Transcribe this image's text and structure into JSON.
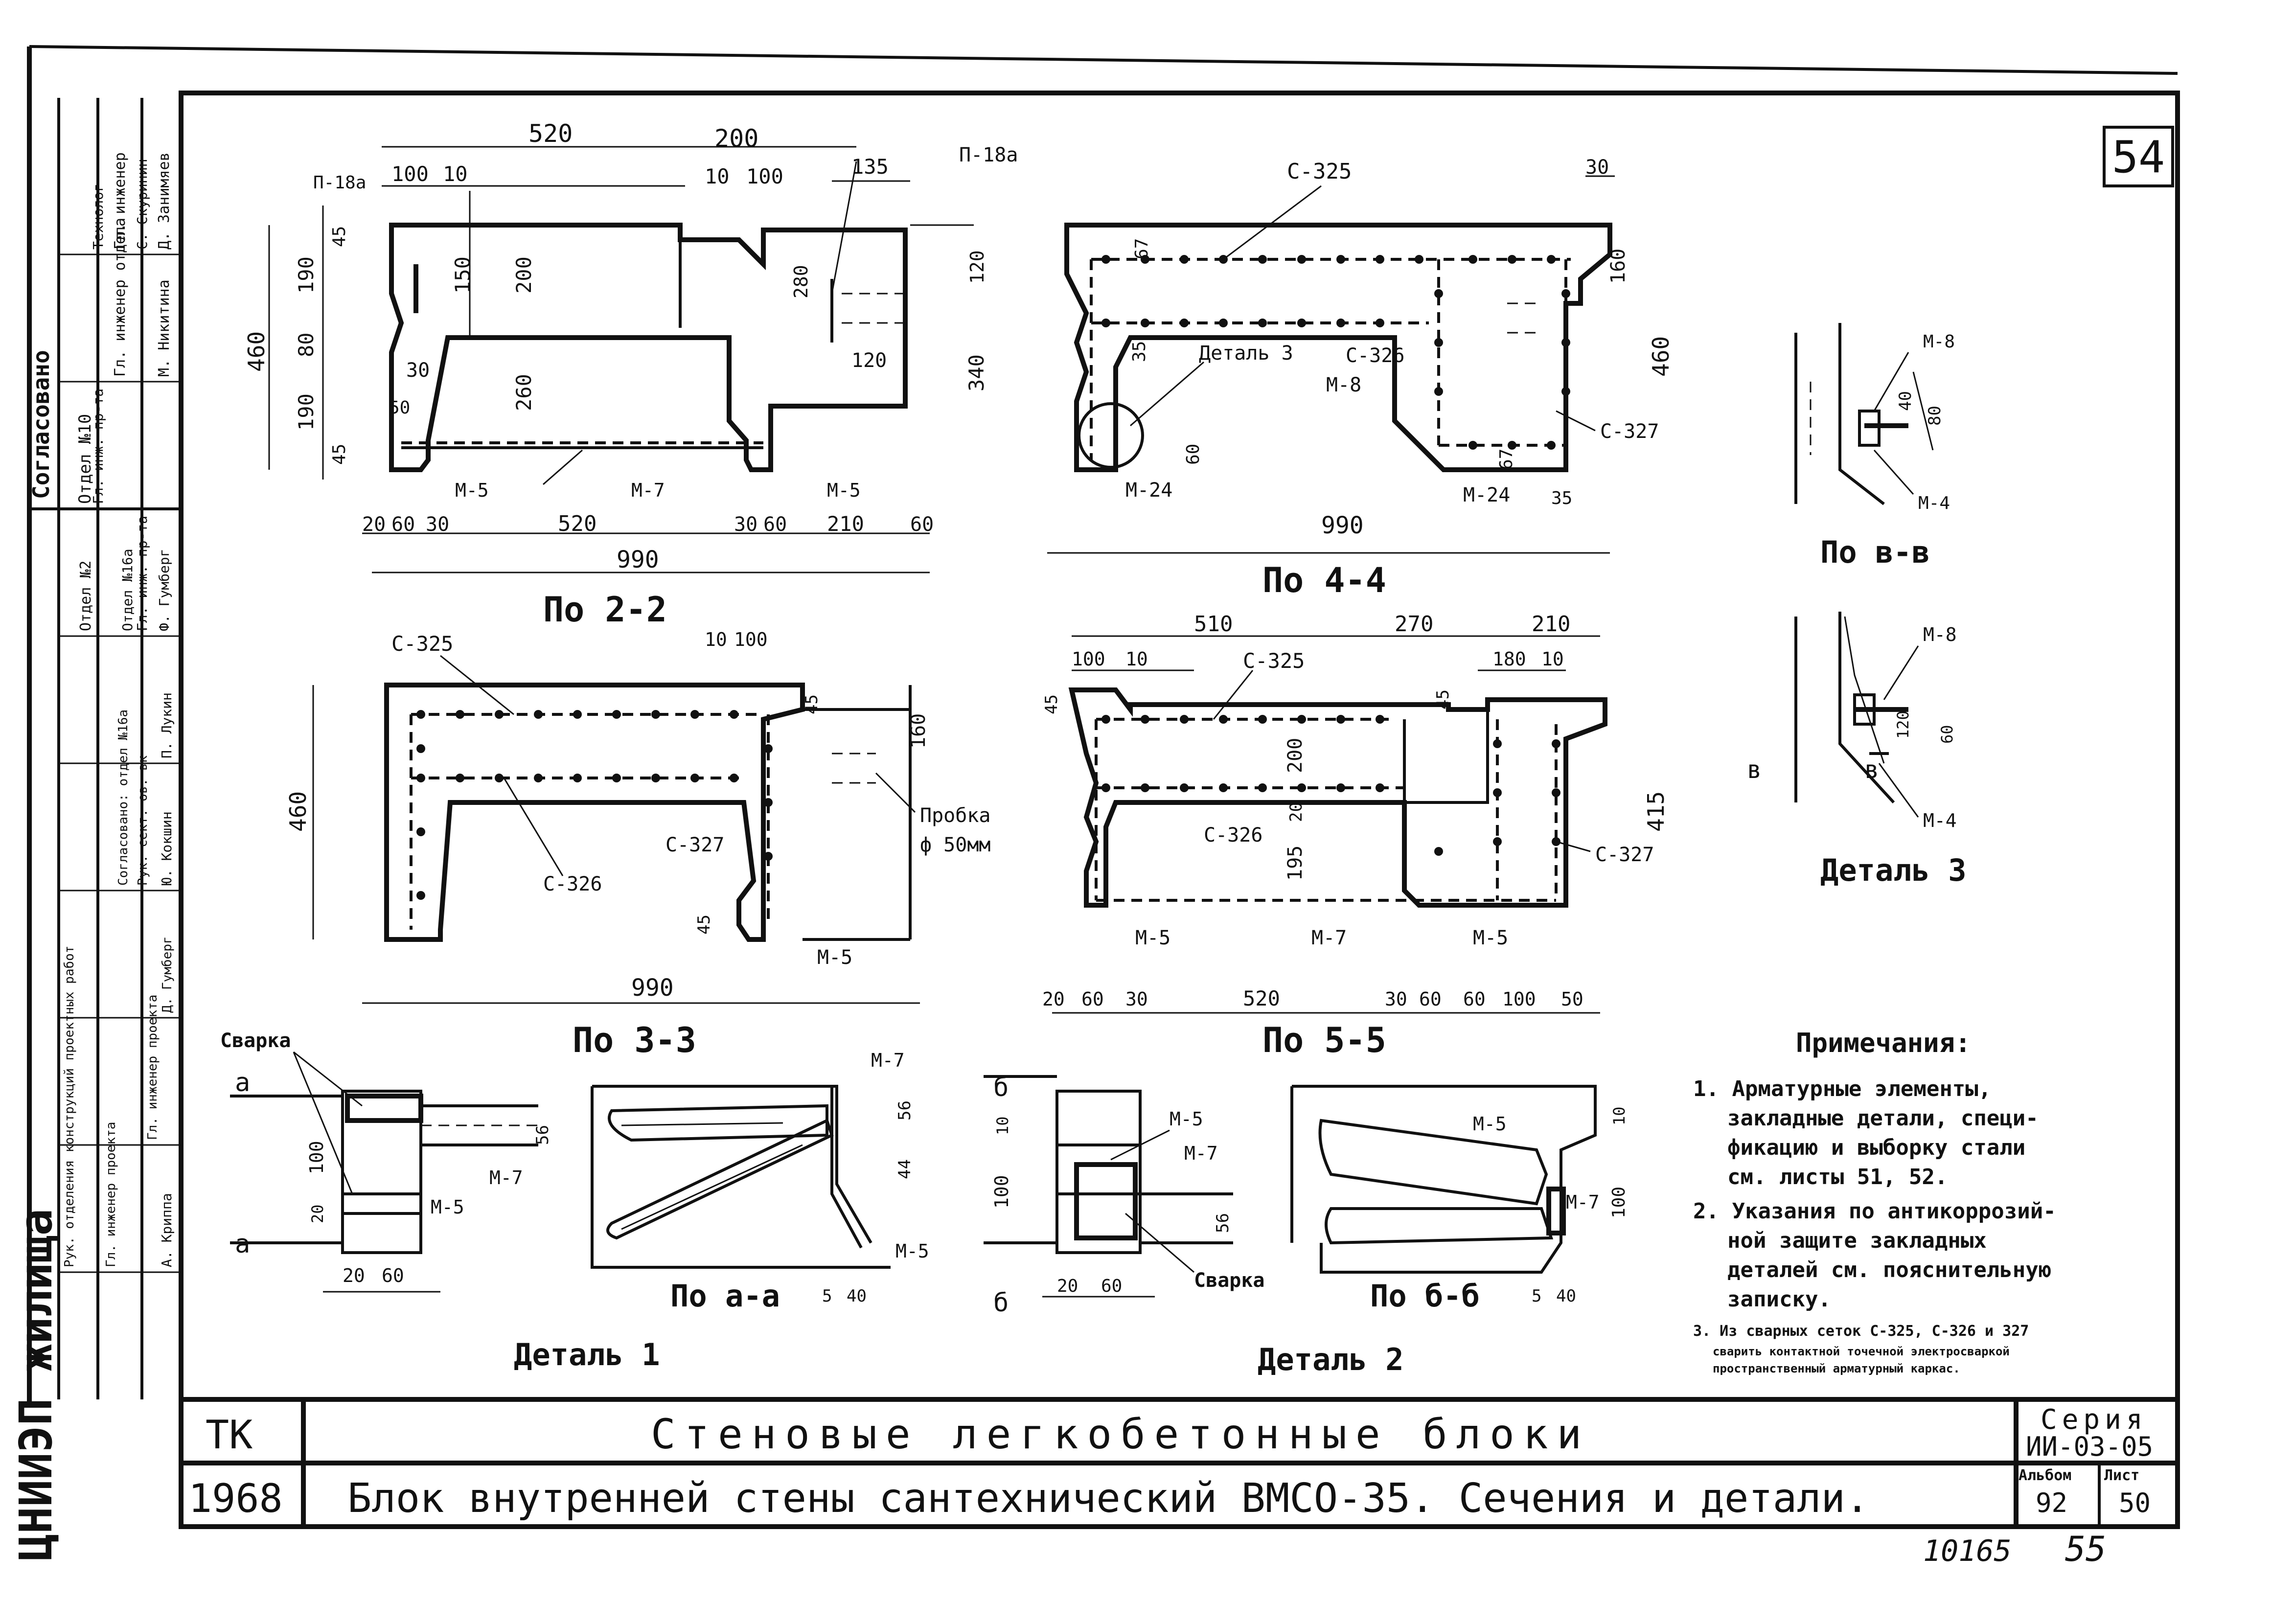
{
  "sheet_number": "54",
  "approval_block": {
    "title": "Согласовано",
    "rows": [
      [
        "Отдел №10",
        "Гл. инженер отдела",
        "Д. Занимяев"
      ],
      [
        "",
        "Гл. инженер",
        "М. Никитина"
      ],
      [
        "",
        "Технолог",
        "С. Скуринин"
      ],
      [
        "Отдел №2",
        "Гл. инж. пр-та",
        ""
      ],
      [
        "",
        "Отдел №16а",
        ""
      ],
      [
        "",
        "Гл. инж. пр-та",
        "Ф. Гумберг"
      ]
    ]
  },
  "left_strip": {
    "org": "ЦНИИЭП жилища",
    "cells": [
      "Рук. отделения конструкций проектных работ",
      "Гл. инженер проекта",
      "Гл. инженер проекта",
      "А. Криппа",
      "Ю. Кокшин",
      "П. Лукин",
      "Согласовано: отдел №16а",
      "Рук. сект. ов. вк",
      "Д. Гумберг"
    ]
  },
  "views": {
    "v22": {
      "caption": "По 2-2",
      "dims_top": [
        "520",
        "200",
        "100",
        "10",
        "10",
        "100",
        "135"
      ],
      "dims_left": [
        "460",
        "45",
        "190",
        "80",
        "190",
        "45"
      ],
      "dims_inner": [
        "150",
        "200",
        "260",
        "30",
        "50",
        "280",
        "120",
        "120",
        "340"
      ],
      "dims_bottom": [
        "20",
        "60",
        "30",
        "520",
        "30",
        "60",
        "210",
        "60"
      ],
      "total": "990",
      "labels": [
        "П-18а",
        "П-18а",
        "М-5",
        "М-7",
        "М-5"
      ]
    },
    "v44": {
      "caption": "По 4-4",
      "dims": [
        "30",
        "67",
        "160",
        "35",
        "460",
        "60",
        "67",
        "35"
      ],
      "total": "990",
      "labels": [
        "С-325",
        "Деталь 3",
        "С-326",
        "М-8",
        "С-327",
        "М-24",
        "М-24"
      ]
    },
    "vbb": {
      "caption": "По в-в",
      "dims": [
        "40",
        "80"
      ],
      "labels": [
        "М-8",
        "М-4"
      ]
    },
    "v33": {
      "caption": "По 3-3",
      "dims": [
        "10",
        "100",
        "45",
        "160",
        "460",
        "45"
      ],
      "total": "990",
      "labels": [
        "С-325",
        "С-326",
        "С-327",
        "М-5",
        "Пробка",
        "ф 50мм"
      ]
    },
    "v55": {
      "caption": "По 5-5",
      "dims_top": [
        "510",
        "270",
        "210",
        "100",
        "10",
        "180",
        "10"
      ],
      "dims_inner": [
        "45",
        "45",
        "200",
        "20",
        "195",
        "415"
      ],
      "dims_bottom": [
        "20",
        "60",
        "30",
        "520",
        "30",
        "60",
        "60",
        "100",
        "50"
      ],
      "labels": [
        "С-325",
        "С-326",
        "С-327",
        "М-5",
        "М-7",
        "М-5"
      ]
    },
    "det3": {
      "caption": "Деталь 3",
      "dims": [
        "120",
        "60"
      ],
      "labels": [
        "М-8",
        "М-4",
        "в",
        "в"
      ]
    },
    "det1": {
      "caption": "Деталь 1",
      "sub_caption": "По а-а",
      "dims": [
        "56",
        "100",
        "20",
        "20",
        "60",
        "56",
        "44",
        "5",
        "40"
      ],
      "labels": [
        "Сварка",
        "а",
        "а",
        "М-7",
        "М-5",
        "М-7",
        "М-5"
      ]
    },
    "det2": {
      "caption": "Деталь 2",
      "sub_caption": "По б-б",
      "dims": [
        "10",
        "100",
        "56",
        "20",
        "60",
        "10",
        "100",
        "5",
        "40"
      ],
      "labels": [
        "б",
        "б",
        "М-5",
        "М-7",
        "Сварка",
        "М-5",
        "М-7"
      ]
    }
  },
  "notes": {
    "heading": "Примечания:",
    "items": [
      "1. Арматурные элементы,",
      "закладные детали, специ-",
      "фикацию и выборку стали",
      "см. листы 51, 52.",
      "2. Указания по антикоррозий-",
      "ной защите закладных",
      "деталей см. пояснительную",
      "записку.",
      "3. Из сварных сеток С-325, С-326 и 327",
      "сварить контактной точечной электросваркой",
      "пространственный арматурный каркас."
    ]
  },
  "title_block": {
    "org": "ТК",
    "year": "1968",
    "title": "Стеновые легкобетонные блоки",
    "subtitle": "Блок внутренней стены сантехнический ВМСО-35. Сечения и детали.",
    "series_label": "Серия",
    "series_value": "ИИ-03-05",
    "album_label": "Альбом",
    "album_value": "92",
    "sheet_label": "Лист",
    "sheet_value": "50"
  },
  "footer": {
    "stamp": "10165",
    "page": "55"
  }
}
